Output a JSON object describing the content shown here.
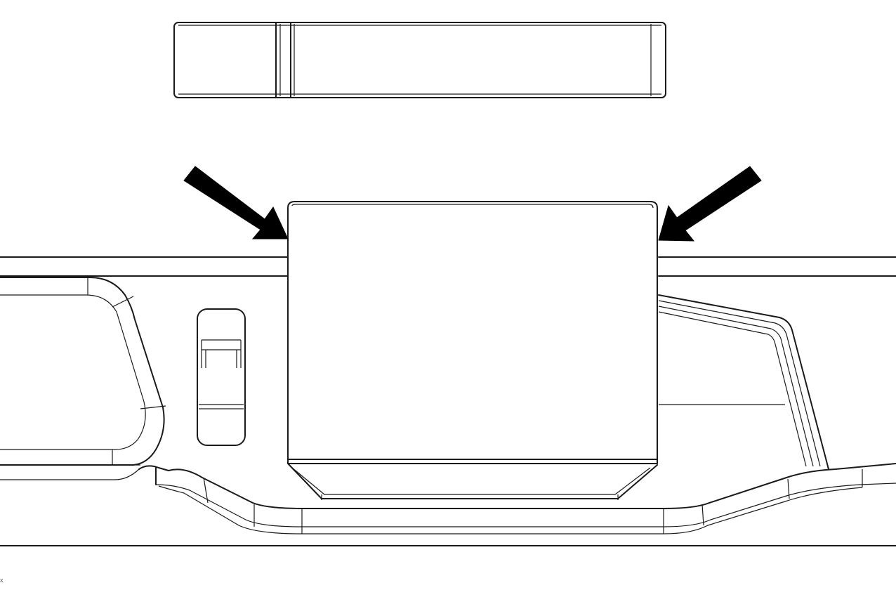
{
  "diagram": {
    "parts": [
      {
        "id": "usb-drive",
        "label": ""
      },
      {
        "id": "port-cover-plate",
        "label": ""
      },
      {
        "id": "panel-housing",
        "label": ""
      },
      {
        "id": "sliding-latch",
        "label": ""
      }
    ],
    "arrows": [
      "left-arrow",
      "right-arrow"
    ],
    "colors": {
      "line": "#1a1a1a",
      "arrow": "#000000",
      "background": "#ffffff"
    }
  },
  "corner_mark": "x"
}
